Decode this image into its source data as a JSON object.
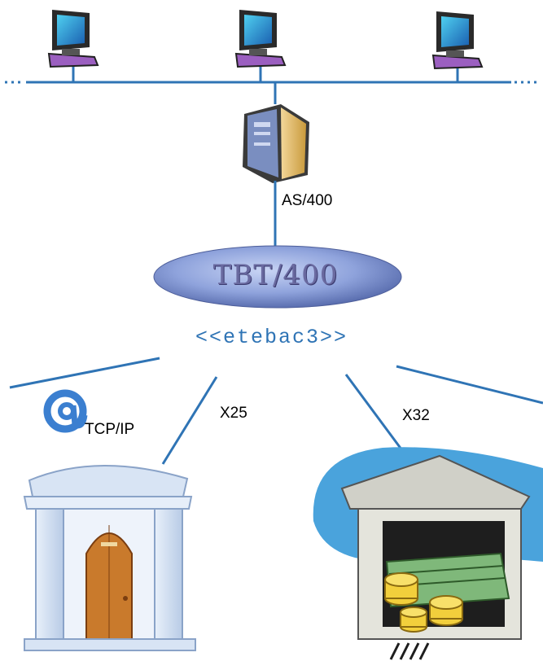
{
  "server": {
    "label": "AS/400"
  },
  "product": {
    "label": "TBT/400"
  },
  "protocol": {
    "label": "<<etebac3>>"
  },
  "links": {
    "tcpip": {
      "label": "TCP/IP",
      "icon": "at-icon"
    },
    "x25": {
      "label": "X25"
    },
    "x32": {
      "label": "X32"
    }
  },
  "colors": {
    "line": "#2f74b5",
    "ellipse": "#8fa3dc",
    "text_blue": "#2f74b5"
  }
}
